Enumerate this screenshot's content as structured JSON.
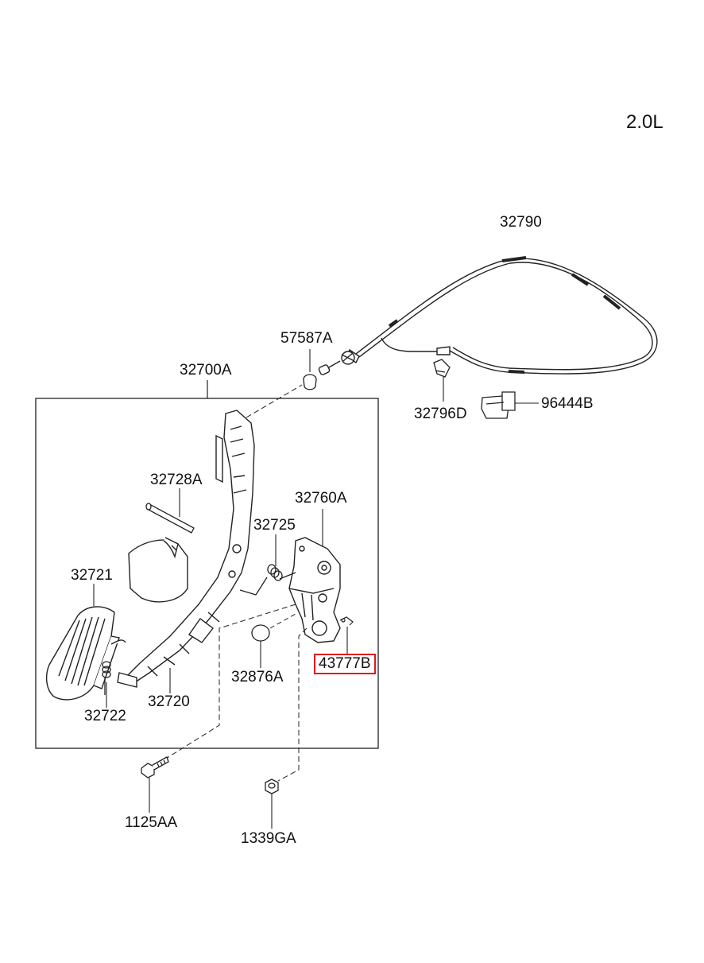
{
  "diagram": {
    "engine_label": "2.0L",
    "assembly_label": "32700A",
    "highlight_color": "#e0191e",
    "parts": [
      {
        "id": "32790"
      },
      {
        "id": "57587A"
      },
      {
        "id": "32700A"
      },
      {
        "id": "32796D"
      },
      {
        "id": "96444B"
      },
      {
        "id": "32728A"
      },
      {
        "id": "32760A"
      },
      {
        "id": "32725"
      },
      {
        "id": "32721"
      },
      {
        "id": "32876A"
      },
      {
        "id": "43777B",
        "highlighted": true
      },
      {
        "id": "32720"
      },
      {
        "id": "32722"
      },
      {
        "id": "1125AA"
      },
      {
        "id": "1339GA"
      }
    ]
  }
}
